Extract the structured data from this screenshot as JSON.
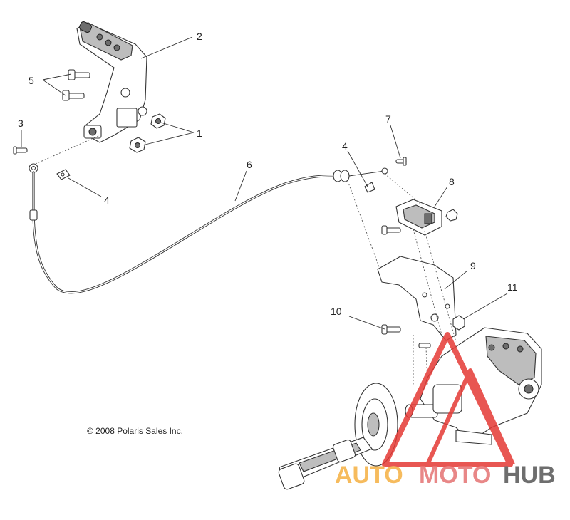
{
  "callouts": {
    "c1": "1",
    "c2": "2",
    "c3": "3",
    "c4a": "4",
    "c4b": "4",
    "c5": "5",
    "c6": "6",
    "c7": "7",
    "c8": "8",
    "c9": "9",
    "c10": "10",
    "c11": "11"
  },
  "copyright": "© 2008 Polaris Sales Inc.",
  "watermark": {
    "part1": "AUTO",
    "part2": "MOTO",
    "part3": "HUB",
    "color1": "#f5b041",
    "color2": "#e57373",
    "color3": "#555555",
    "triangle_color": "#e53935"
  }
}
